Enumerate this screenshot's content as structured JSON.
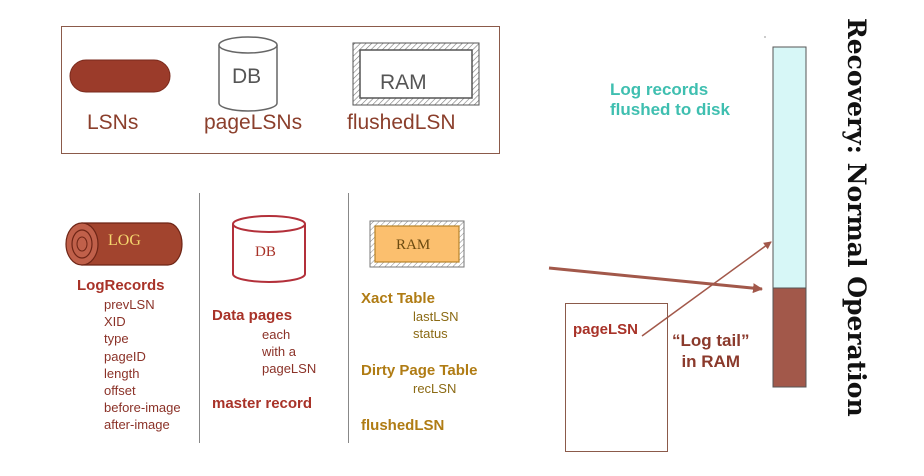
{
  "title": "Recovery: Normal Operation",
  "legend": {
    "items": [
      {
        "label": "LSNs"
      },
      {
        "label": "pageLSNs",
        "icon_text": "DB"
      },
      {
        "label": "flushedLSN",
        "icon_text": "RAM"
      }
    ]
  },
  "log_section": {
    "icon_text": "LOG",
    "heading": "LogRecords",
    "fields": [
      "prevLSN",
      "XID",
      "type",
      "pageID",
      "length",
      "offset",
      "before-image",
      "after-image"
    ]
  },
  "db_section": {
    "icon_text": "DB",
    "heading": "Data pages",
    "sub": [
      "each",
      "with a",
      "pageLSN"
    ],
    "master": "master record"
  },
  "ram_section": {
    "icon_text": "RAM",
    "xact_heading": "Xact Table",
    "xact_fields": [
      "lastLSN",
      "status"
    ],
    "dpt_heading": "Dirty Page Table",
    "dpt_fields": [
      "recLSN"
    ],
    "flushed": "flushedLSN"
  },
  "log_column": {
    "flushed_line1": "Log records",
    "flushed_line2": "flushed to disk",
    "tail_line1": "“Log tail”",
    "tail_line2": "in RAM",
    "pagelsn": "pageLSN"
  },
  "colors": {
    "log_brown": "#a2584a",
    "log_flushed": "#d7f7f7",
    "teal": "#3fbfb0",
    "red": "#a83228",
    "gold": "#b07c14",
    "ram_orange": "#fbbf6e"
  }
}
